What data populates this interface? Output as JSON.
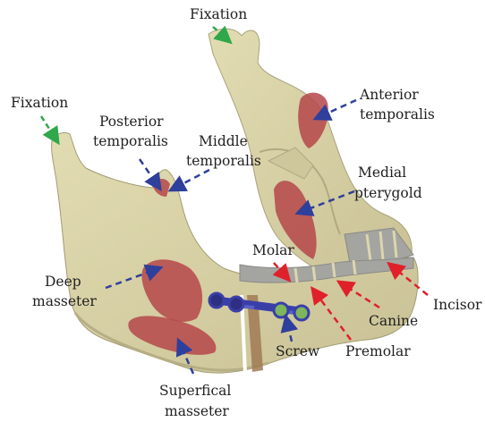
{
  "labels": {
    "fixation_top": "Fixation",
    "fixation_left": "Fixation",
    "anterior_temporalis": [
      "Anterior",
      "temporalis"
    ],
    "posterior_temporalis": [
      "Posterior",
      "temporalis"
    ],
    "middle_temporalis": [
      "Middle",
      "temporalis"
    ],
    "medial_pterygold": [
      "Medial",
      "pterygold"
    ],
    "molar": "Molar",
    "deep_masseter": [
      "Deep",
      "masseter"
    ],
    "incisor": "Incisor",
    "canine": "Canine",
    "screw": "Screw",
    "premolar": "Premolar",
    "superficial_masseter": [
      "Superfical",
      "masseter"
    ]
  },
  "colors": {
    "bone": "#d9d3a6",
    "bone_shadow": "#b8b084",
    "muscle": "#b5474a",
    "teeth": "#9e9e9a",
    "plate": "#3a3fa8",
    "screw": "#7db65c",
    "fixation_arrow": "#2ea84a",
    "muscle_arrow": "#2f3f9c",
    "tooth_arrow": "#e0202a",
    "cut": "#a07a55"
  }
}
